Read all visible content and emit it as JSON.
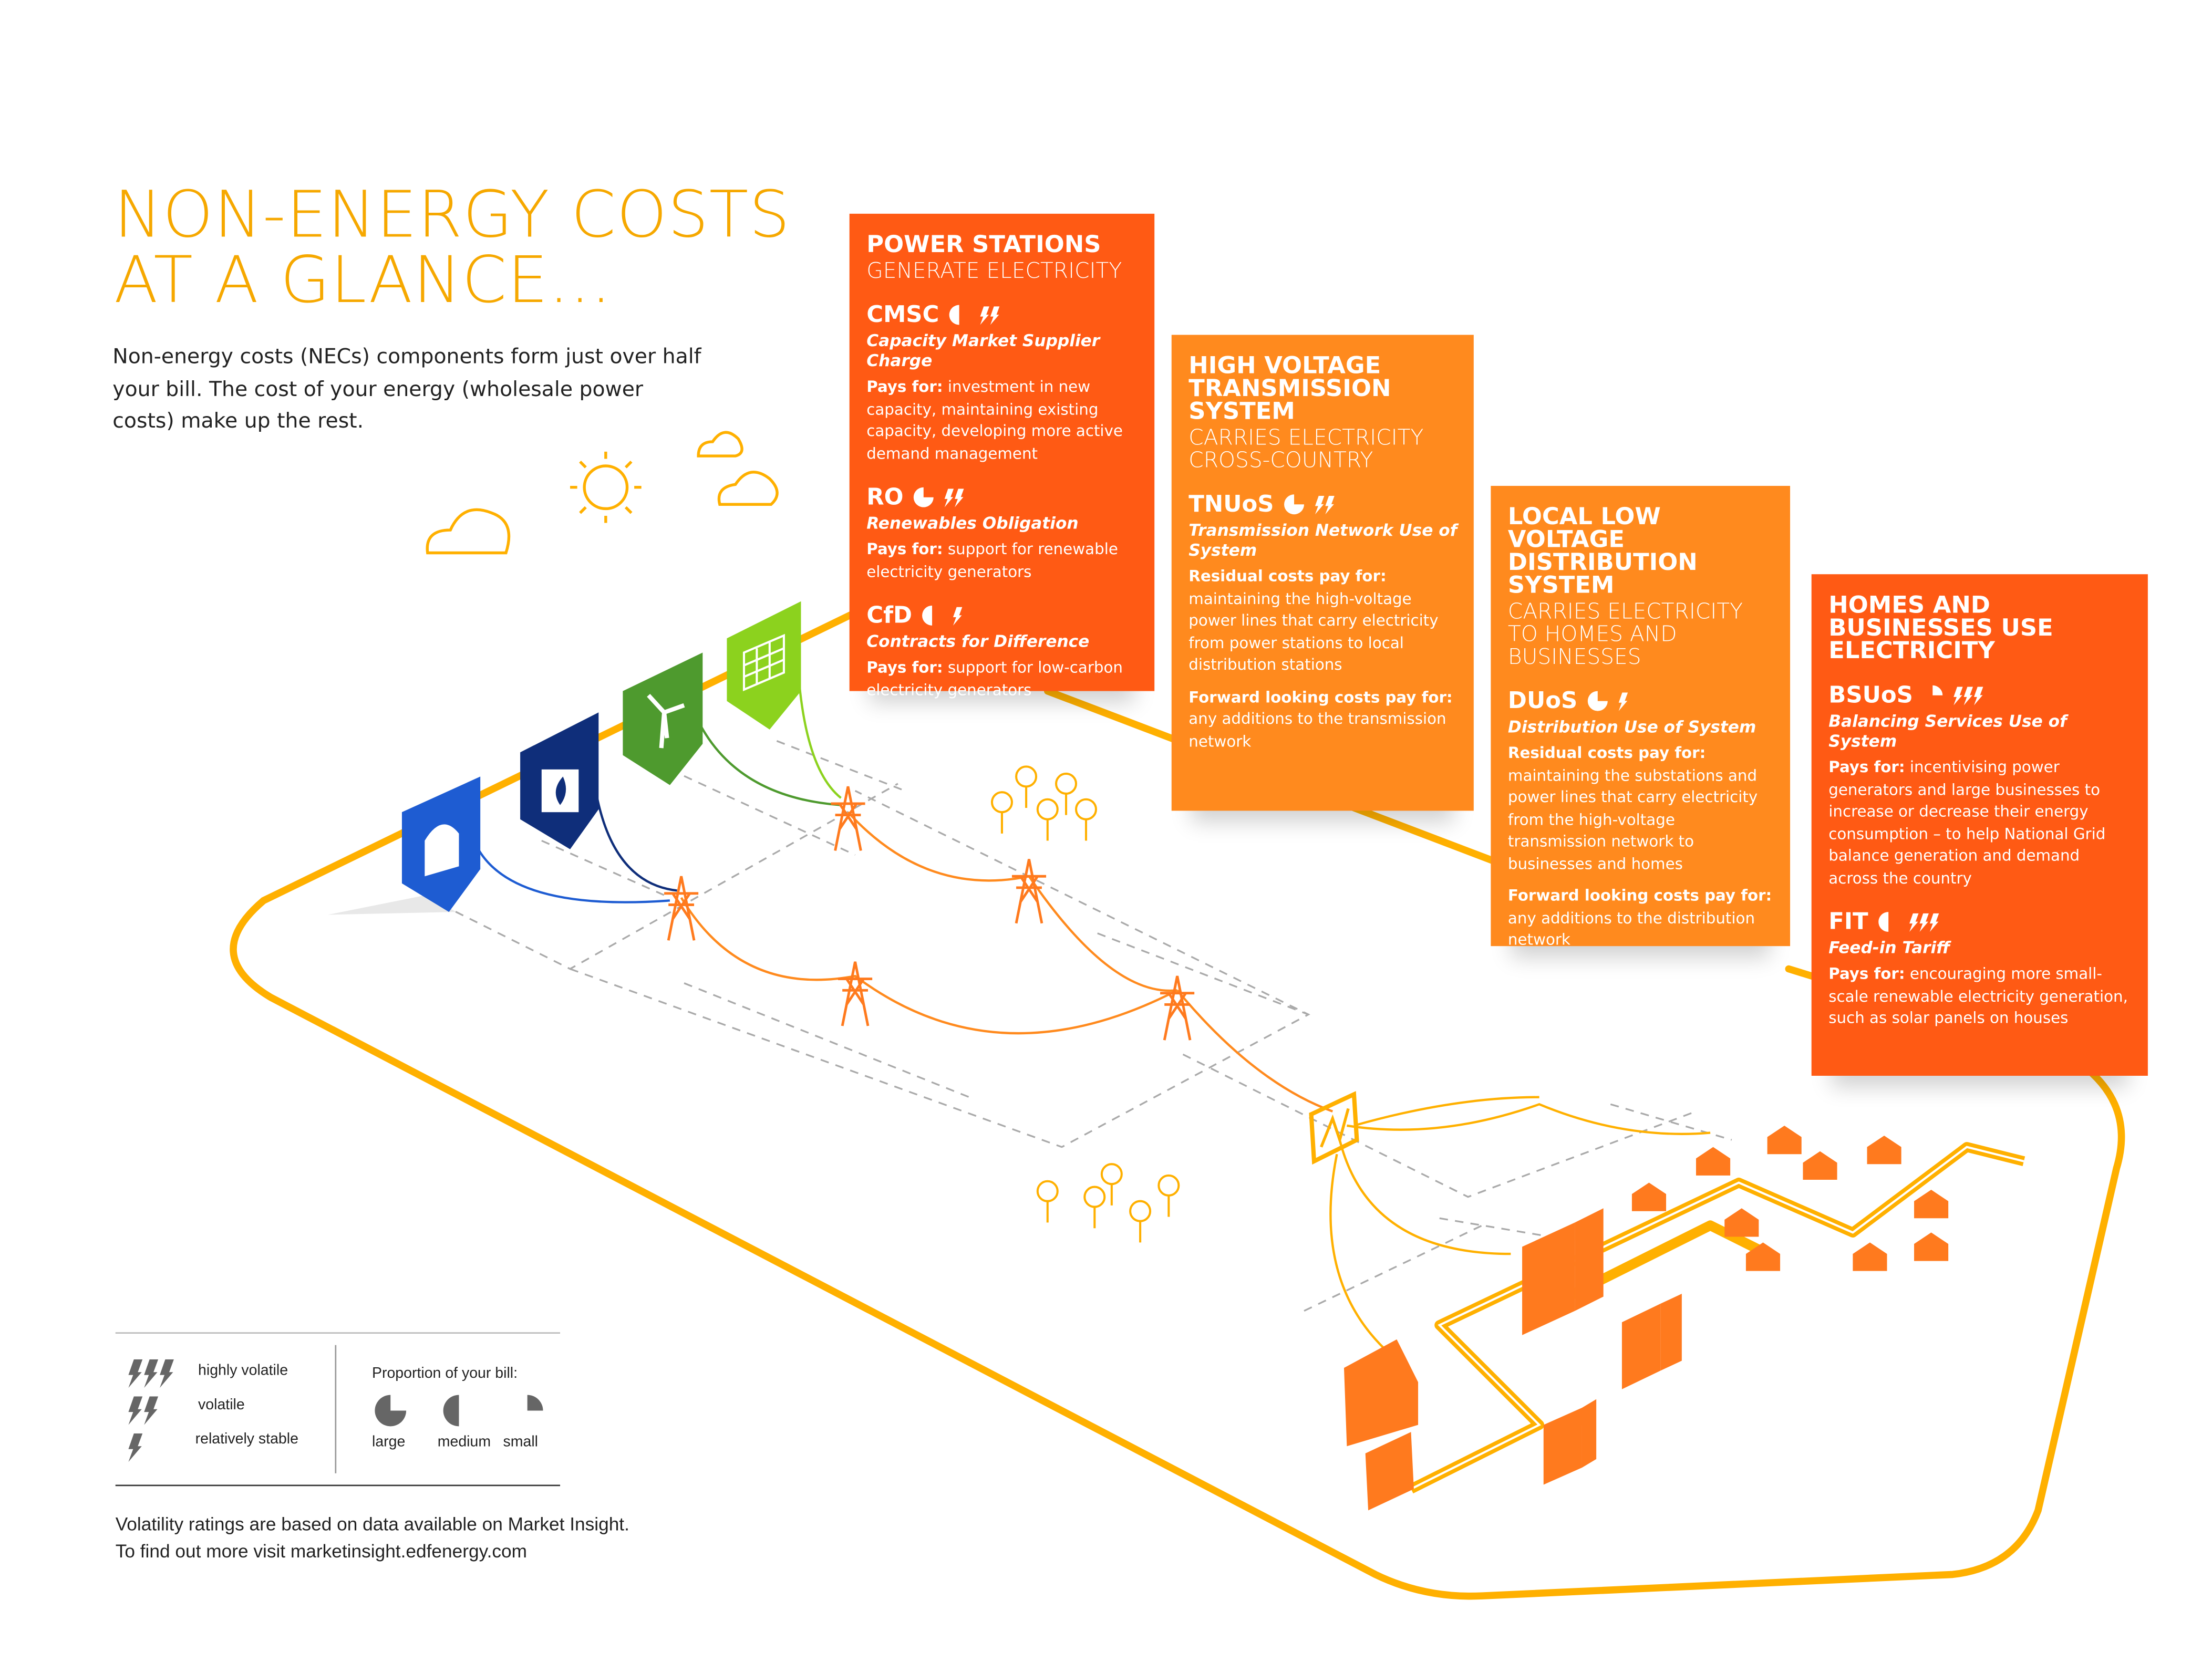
{
  "header": {
    "title_line1": "NON-ENERGY COSTS",
    "title_line2": "AT A GLANCE...",
    "intro": "Non-energy costs (NECs) components form just over half your bill. The cost of your energy (wholesale power costs) make up the rest."
  },
  "colors": {
    "accent": "#F6A800",
    "red_orange": "#FF5A14",
    "orange": "#FF8A1E",
    "track": "#FFB000",
    "blue": "#1E5CD2",
    "navy": "#0F2E7A",
    "green": "#4E9A2E",
    "lime": "#8CD21E"
  },
  "boxes": [
    {
      "title": "POWER STATIONS",
      "subtitle": "GENERATE ELECTRICITY",
      "items": [
        {
          "code": "CMSC",
          "proportion": "medium",
          "volatility": 2,
          "full": "Capacity Market Supplier Charge",
          "pays_label": "Pays for:",
          "pays": "investment in new capacity, maintaining existing capacity, developing more active demand management"
        },
        {
          "code": "RO",
          "proportion": "large",
          "volatility": 2,
          "full": "Renewables Obligation",
          "pays_label": "Pays for:",
          "pays": "support for renewable electricity generators"
        },
        {
          "code": "CfD",
          "proportion": "medium",
          "volatility": 1,
          "full": "Contracts for Difference",
          "pays_label": "Pays for:",
          "pays": "support for low-carbon electricity generators"
        }
      ]
    },
    {
      "title": "HIGH VOLTAGE TRANSMISSION SYSTEM",
      "subtitle": "CARRIES ELECTRICITY CROSS-COUNTRY",
      "items": [
        {
          "code": "TNUoS",
          "proportion": "large",
          "volatility": 2,
          "full": "Transmission Network Use of System",
          "pays_label": "Residual costs pay for:",
          "pays": "maintaining the high-voltage power lines that carry electricity from power stations to local distribution stations",
          "fwd_label": "Forward looking costs pay for:",
          "fwd": "any additions to the transmission network"
        }
      ]
    },
    {
      "title": "LOCAL LOW VOLTAGE DISTRIBUTION SYSTEM",
      "subtitle": "CARRIES ELECTRICITY TO HOMES AND BUSINESSES",
      "items": [
        {
          "code": "DUoS",
          "proportion": "large",
          "volatility": 1,
          "full": "Distribution Use of System",
          "pays_label": "Residual costs pay for:",
          "pays": "maintaining the substations and power lines that carry electricity from the high-voltage transmission network to businesses and homes",
          "fwd_label": "Forward looking costs pay for:",
          "fwd": "any additions to the distribution network"
        }
      ]
    },
    {
      "title": "HOMES AND BUSINESSES USE ELECTRICITY",
      "subtitle": "",
      "items": [
        {
          "code": "BSUoS",
          "proportion": "small",
          "volatility": 3,
          "full": "Balancing Services Use of System",
          "pays_label": "Pays for:",
          "pays": "incentivising power generators and large businesses to increase or decrease their energy consumption – to help National Grid balance generation and demand across the country"
        },
        {
          "code": "FIT",
          "proportion": "medium",
          "volatility": 3,
          "full": "Feed-in Tariff",
          "pays_label": "Pays for:",
          "pays": "encouraging more small-scale renewable electricity generation, such as solar panels on houses"
        }
      ]
    }
  ],
  "legend": {
    "volatility": [
      {
        "count": 3,
        "label": "highly volatile"
      },
      {
        "count": 2,
        "label": "volatile"
      },
      {
        "count": 1,
        "label": "relatively stable"
      }
    ],
    "proportion_title": "Proportion of your bill:",
    "proportion": [
      {
        "size": "large",
        "label": "large"
      },
      {
        "size": "medium",
        "label": "medium"
      },
      {
        "size": "small",
        "label": "small"
      }
    ]
  },
  "footer": {
    "line1": "Volatility ratings are based on data available on Market Insight.",
    "line2": "To find out more visit marketinsight.edfenergy.com"
  }
}
